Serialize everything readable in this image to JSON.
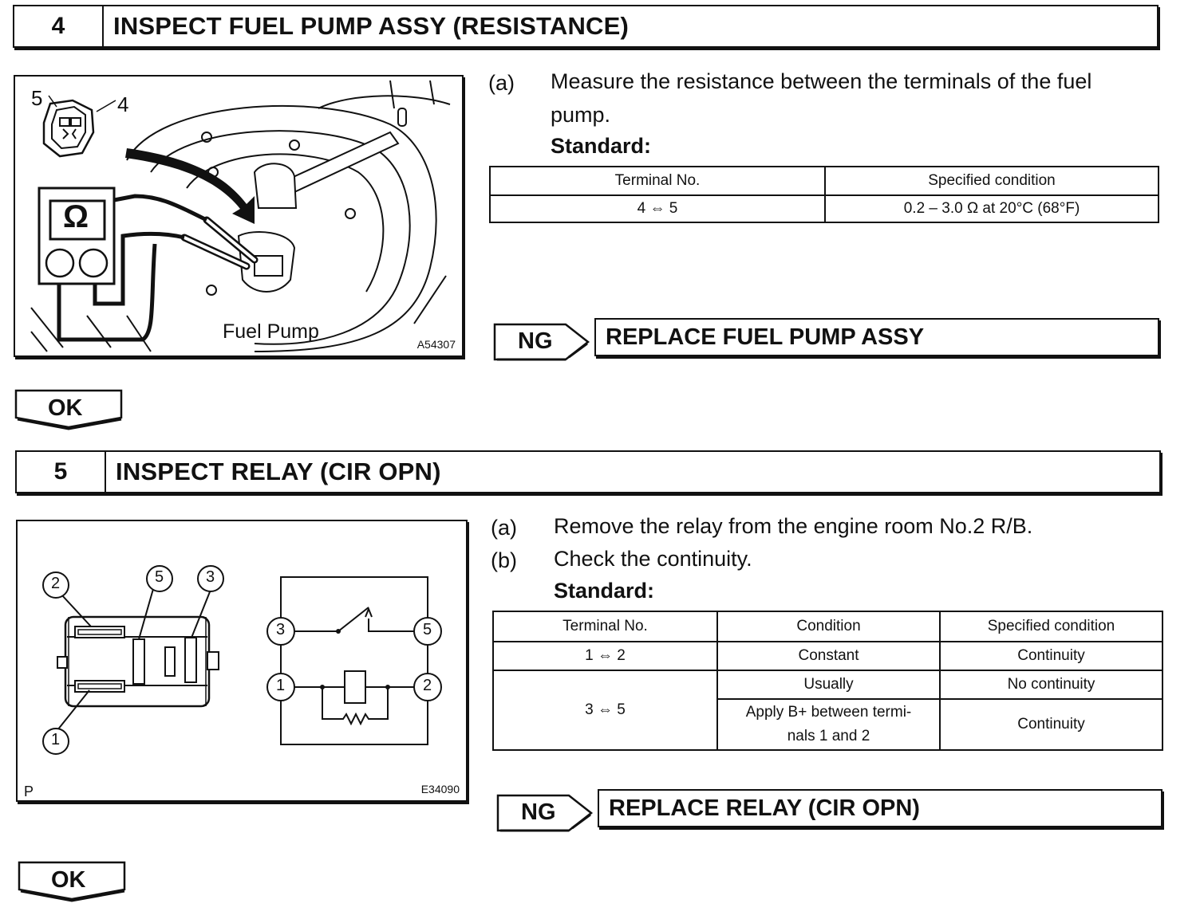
{
  "step4": {
    "number": "4",
    "title": "INSPECT FUEL PUMP ASSY (RESISTANCE)",
    "figure": {
      "connector_labels": [
        "5",
        "4"
      ],
      "meter_symbol": "Ω",
      "part_label": "Fuel Pump",
      "code": "A54307"
    },
    "instructions": [
      {
        "marker": "(a)",
        "text_line1": "Measure the resistance between the terminals of the fuel",
        "text_line2": "pump."
      }
    ],
    "standard_label": "Standard:",
    "table": {
      "headers": [
        "Terminal No.",
        "Specified condition"
      ],
      "rows": [
        [
          "4 ⇔ 5",
          "0.2 – 3.0 Ω at 20°C (68°F)"
        ]
      ]
    },
    "ng_label": "NG",
    "ng_action": "REPLACE FUEL PUMP ASSY",
    "ok_label": "OK"
  },
  "step5": {
    "number": "5",
    "title": "INSPECT RELAY (CIR OPN)",
    "figure": {
      "pin_labels": [
        "2",
        "5",
        "3",
        "1"
      ],
      "circuit_labels": [
        "3",
        "5",
        "1",
        "2"
      ],
      "corner_mark": "P",
      "code": "E34090"
    },
    "instructions": [
      {
        "marker": "(a)",
        "text": "Remove the relay from the engine room No.2 R/B."
      },
      {
        "marker": "(b)",
        "text": "Check the continuity."
      }
    ],
    "standard_label": "Standard:",
    "table": {
      "headers": [
        "Terminal No.",
        "Condition",
        "Specified condition"
      ],
      "row1": [
        "1 ⇔ 2",
        "Constant",
        "Continuity"
      ],
      "row2_terminal": "3 ⇔ 5",
      "row2a": [
        "Usually",
        "No continuity"
      ],
      "row2b_condition_line1": "Apply B+ between termi-",
      "row2b_condition_line2": "nals 1 and 2",
      "row2b_result": "Continuity"
    },
    "ng_label": "NG",
    "ng_action": "REPLACE RELAY (CIR OPN)",
    "ok_label": "OK"
  }
}
